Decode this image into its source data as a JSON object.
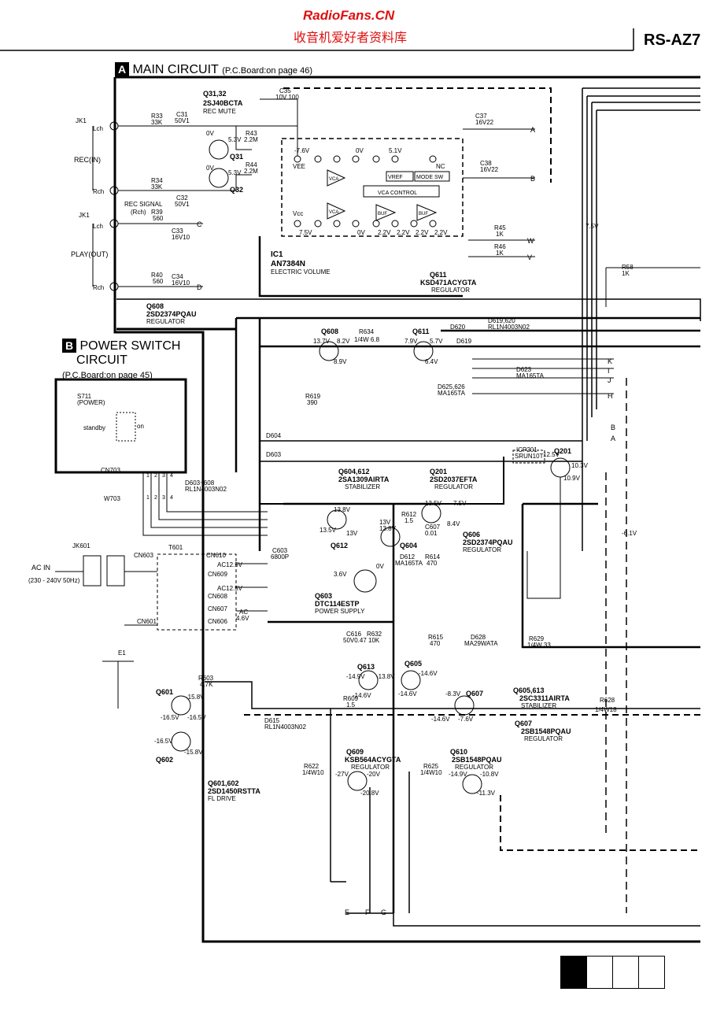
{
  "header": {
    "watermark_site": "RadioFans.CN",
    "watermark_cn": "收音机爱好者资料库",
    "model": "RS-AZ7"
  },
  "section_a": {
    "letter": "A",
    "title": "MAIN CIRCUIT",
    "board_note": "(P.C.Board:on page 46)"
  },
  "section_b": {
    "letter": "B",
    "title_line1": "POWER SWITCH",
    "title_line2": "CIRCUIT",
    "board_note": "(P.C.Board:on page 45)",
    "switch_label": "S711",
    "switch_sub": "(POWER)",
    "pos_standby": "standby",
    "pos_on": "on"
  },
  "jacks": {
    "jk1_top": "JK1",
    "jk1_bottom": "JK1",
    "lch": "Lch",
    "rch": "Rch",
    "rec_in": "REC(IN)",
    "play_out": "PLAY(OUT)",
    "rec_signal": "REC SIGNAL",
    "rec_signal_ch": "(Rch)",
    "ac_in": "AC IN",
    "ac_spec": "(230 - 240V 50Hz)",
    "jk601": "JK601",
    "e1": "E1"
  },
  "ic1": {
    "name": "IC1",
    "part": "AN7384N",
    "desc": "ELECTRIC VOLUME",
    "vref": "VREF",
    "mode": "MODE SW",
    "control": "VCA CONTROL",
    "vca": "VCA",
    "buf": "BUF",
    "vee": "VEE",
    "vcc": "Vcc",
    "nc": "NC"
  },
  "parts": {
    "q31_32": "Q31,32",
    "q31_32_part": "2SJ40BCTA",
    "q31_32_desc": "REC MUTE",
    "q31": "Q31",
    "q32": "Q32",
    "q611": "Q611",
    "q611_part": "KSD471ACYGTA",
    "q611_desc": "REGULATOR",
    "q608": "Q608",
    "q608_part": "2SD2374PQAU",
    "q608_desc": "REGULATOR",
    "q608_2": "Q608",
    "q611_2": "Q611",
    "q604_612": "Q604,612",
    "q604_612_part": "2SA1309AIRTA",
    "q604_612_desc": "STABILIZER",
    "q201": "Q201",
    "q201_part": "2SD2037EFTA",
    "q201_desc": "REGULATOR",
    "q201_2": "Q201",
    "q612": "Q612",
    "q604": "Q604",
    "q606": "Q606",
    "q606_part": "2SD2374PQAU",
    "q606_desc": "REGULATOR",
    "q603": "Q603",
    "q603_part": "DTC114ESTP",
    "q603_desc": "POWER SUPPLY",
    "q613": "Q613",
    "q605": "Q605",
    "q607": "Q607",
    "q605_613": "Q605,613",
    "q605_613_part": "2SC3311AIRTA",
    "q605_613_desc": "STABILIZER",
    "q607_b": "Q607",
    "q607_part": "2SB1548PQAU",
    "q607_desc": "REGULATOR",
    "q601": "Q601",
    "q602": "Q602",
    "q601_602": "Q601,602",
    "q601_602_part": "2SD1450RSTTA",
    "q601_602_desc": "FL DRIVE",
    "q609": "Q609",
    "q609_part": "KSB564ACYGTA",
    "q609_desc": "REGULATOR",
    "q610": "Q610",
    "q610_part": "2SB1548PQAU",
    "q610_desc": "REGULATOR",
    "t601": "T601",
    "cn703": "CN703",
    "w703": "W703",
    "cn603": "CN603",
    "cn601": "CN601",
    "cn610": "CN610",
    "cn609": "CN609",
    "cn608": "CN608",
    "cn607": "CN607",
    "cn606": "CN606",
    "ac12_5a": "AC12.5V",
    "ac12_5b": "AC12.5V",
    "ac4_6": "AC",
    "ac4_6_v": "4.6V",
    "d603_608": "D603~608",
    "d603_608_part": "RL1N4003N02",
    "d619_620": "D619,620",
    "d619_620_part": "RL1N4003N02",
    "d615": "D615",
    "d615_part": "RL1N4003N02",
    "d625_626": "D625,626",
    "d625_626_part": "MA165TA",
    "icp201": "ICP201",
    "icp201_part": "SRUN10T",
    "d620": "D620",
    "d619": "D619",
    "d604": "D604",
    "d603": "D603",
    "d623": "D623",
    "d623_part": "MA165TA",
    "d612": "D612",
    "d612_part": "MA165TA",
    "d628": "D628",
    "d628_part": "MA29WATA",
    "r58": "R58",
    "r58_v": "1K",
    "r45": "R45",
    "r45_v": "1K",
    "r46": "R46",
    "r46_v": "1K",
    "r634": "R634",
    "r634_v": "1/4W 6.8",
    "r629": "R629",
    "r629_v": "1/4W 33",
    "r628": "R628",
    "r628_v": "1/4W18",
    "r603": "R603",
    "r603_v": "4.7K",
    "r612": "R612",
    "r612_v": "1.5",
    "r614": "R614",
    "r614_v": "470",
    "r615": "R615",
    "r615_v": "470",
    "r632": "R632",
    "r632_v": "10K",
    "r622": "R622",
    "r622_v": "1/4W10",
    "r625": "R625",
    "r625_v": "1/4W10",
    "r609": "R609",
    "r609_v": "1.5",
    "r619": "R619",
    "r619_v": "390",
    "r39": "R39",
    "r39_v": "560",
    "r40": "R40",
    "r40_v": "560",
    "r33": "R33",
    "r33_v": "33K",
    "r34": "R34",
    "r34_v": "33K",
    "r43": "R43",
    "r43_v": "2.2M",
    "r44": "R44",
    "r44_v": "2.2M",
    "c35": "C35",
    "c35_v": "10V 100",
    "c37": "C37",
    "c37_v": "16V22",
    "c38": "C38",
    "c38_v": "16V22",
    "c31": "C31",
    "c31_v": "50V1",
    "c32": "C32",
    "c32_v": "50V1",
    "c33": "C33",
    "c33_v": "16V10",
    "c34": "C34",
    "c34_v": "16V10",
    "c603": "C603",
    "c603_v": "6800P",
    "c607": "C607",
    "c607_v": "0.01",
    "c616": "C616",
    "c616_v": "50V0.47"
  },
  "voltages": {
    "v0a": "0V",
    "v0b": "0V",
    "v0c": "0V",
    "v0d": "0V",
    "v53a": "5.3V",
    "v53b": "5.3V",
    "vm76": "-7.6V",
    "v0e": "0V",
    "v51": "5.1V",
    "v75": "7.5V",
    "v0f": "0V",
    "v22a": "2.2V",
    "v22b": "2.2V",
    "v22c": "2.2V",
    "v22d": "2.2V",
    "v137": "13.7V",
    "v82": "8.2V",
    "v89": "8.9V",
    "v79": "7.9V",
    "v57": "5.7V",
    "v64": "6.4V",
    "v125": "12.5V",
    "v103": "10.3V",
    "v109": "10.9V",
    "v138": "13.8V",
    "v135": "13.5V",
    "v13a": "13V",
    "v13b": "13V",
    "v138b": "13.8V",
    "v135b": "13.5V",
    "v75b": "7.5V",
    "v84": "8.4V",
    "v36": "3.6V",
    "v0g": "0V",
    "vm149": "-14.9V",
    "vm138": "-13.8V",
    "vm146a": "-14.6V",
    "vm146b": "-14.6V",
    "vm146c": "-14.6V",
    "vm83": "-8.3V",
    "vm146d": "-14.6V",
    "vm76b": "-7.6V",
    "vm158a": "-15.8V",
    "vm165a": "-16.5V",
    "vm165b": "-16.5V",
    "vm165c": "-16.5V",
    "vm158b": "-15.8V",
    "vm27": "-27V",
    "vm20": "-20V",
    "vm208": "-20.8V",
    "vm149b": "-14.9V",
    "vm108": "-10.8V",
    "vm113": "-11.3V",
    "v75side": "7.5V",
    "vm61side": "-6.1V"
  },
  "connectors": {
    "a": "A",
    "b": "B",
    "c": "C",
    "d": "D",
    "w": "W",
    "v": "V",
    "k": "K",
    "i": "I",
    "j": "J",
    "h": "H",
    "b2": "B",
    "a2": "A",
    "e": "E",
    "f": "F",
    "g": "G"
  },
  "pins": [
    "1",
    "2",
    "3",
    "4"
  ]
}
